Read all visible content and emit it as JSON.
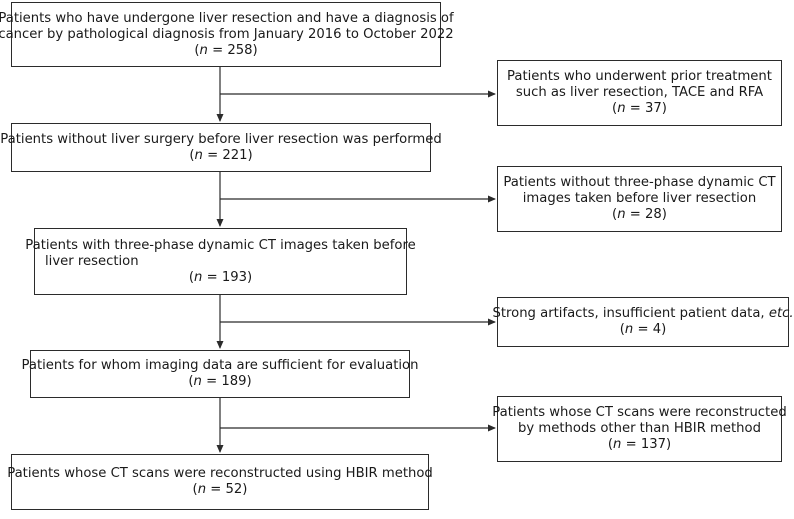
{
  "main_boxes": [
    {
      "id": "start",
      "lines": [
        "Patients who have undergone liver resection and have a diagnosis of",
        "cancer by pathological diagnosis from January 2016 to October 2022"
      ],
      "n": "258"
    },
    {
      "id": "no-prior-surgery",
      "lines": [
        "Patients without liver surgery before liver resection was performed"
      ],
      "n": "221"
    },
    {
      "id": "with-ct",
      "lines": [
        "Patients with three-phase dynamic CT images taken before",
        "liver resection"
      ],
      "n": "193"
    },
    {
      "id": "sufficient-data",
      "lines": [
        "Patients for whom imaging data are sufficient for evaluation"
      ],
      "n": "189"
    },
    {
      "id": "hbir",
      "lines": [
        "Patients whose CT scans were reconstructed using HBIR method"
      ],
      "n": "52"
    }
  ],
  "exclusion_boxes": [
    {
      "id": "prior-treatment",
      "lines": [
        "Patients who underwent prior treatment",
        "such as liver resection, TACE and RFA"
      ],
      "n": "37"
    },
    {
      "id": "no-ct",
      "lines": [
        "Patients without three-phase dynamic CT",
        "images taken before liver resection"
      ],
      "n": "28"
    },
    {
      "id": "artifacts",
      "lines": [
        "Strong artifacts, insufficient patient data,"
      ],
      "italic_suffix": "etc.",
      "n": "4"
    },
    {
      "id": "other-methods",
      "lines": [
        "Patients whose CT scans were reconstructed",
        "by methods other than HBIR method"
      ],
      "n": "137"
    }
  ],
  "n_label": {
    "prefix": "(",
    "var": "n",
    "equals": " = ",
    "suffix": ")"
  },
  "colors": {
    "border": "#2b2b2b",
    "text": "#1a1a1a",
    "arrow": "#2b2b2b",
    "background": "#ffffff"
  }
}
